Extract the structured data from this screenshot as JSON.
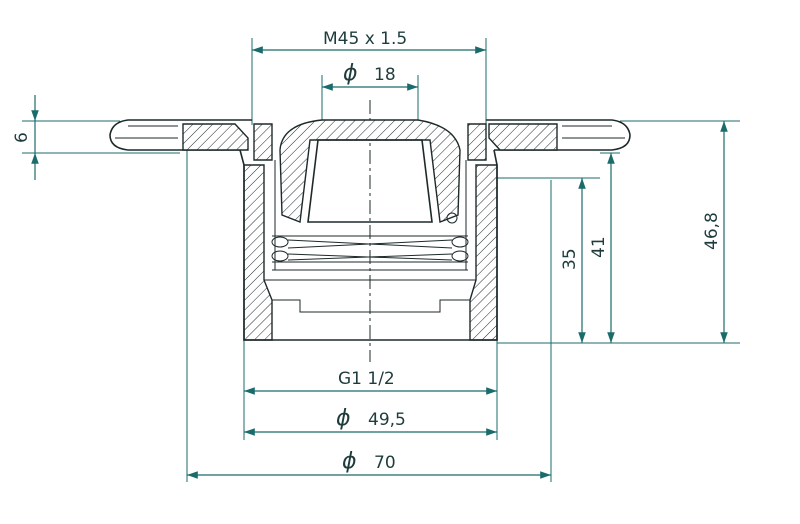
{
  "dimensions": {
    "thread_top": "M45 x 1.5",
    "bore_symbol": "ϕ",
    "bore_value": "18",
    "flange_thickness": "6",
    "height_35": "35",
    "height_41": "41",
    "height_total": "46,8",
    "thread_bottom": "G1 1/2",
    "body_diameter_symbol": "ϕ",
    "body_diameter_value": "49,5",
    "flange_diameter_symbol": "ϕ",
    "flange_diameter_value": "70"
  },
  "colors": {
    "dimension": "#1a6b6b",
    "outline": "#1e2a2a",
    "text": "#1f3c3c"
  }
}
